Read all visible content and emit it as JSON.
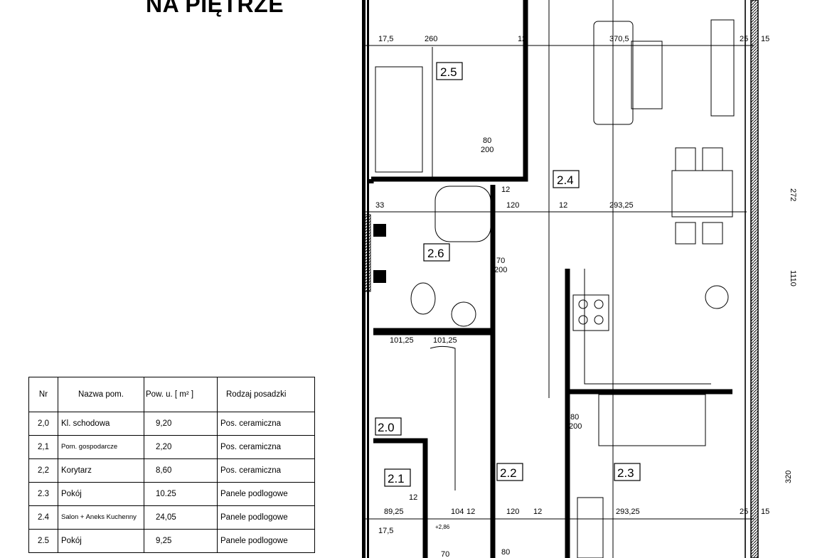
{
  "title": "NA PIĘTRZE",
  "table": {
    "headers": [
      "Nr",
      "Nazwa pom.",
      "Pow. u. [ m² ]",
      "Rodzaj posadzki"
    ],
    "rows": [
      {
        "nr": "2,0",
        "name": "Kl. schodowa",
        "area": "9,20",
        "floor": "Pos. ceramiczna"
      },
      {
        "nr": "2,1",
        "name": "Pom. gospodarcze",
        "area": "2,20",
        "floor": "Pos. ceramiczna"
      },
      {
        "nr": "2,2",
        "name": "Korytarz",
        "area": "8,60",
        "floor": "Pos. ceramiczna"
      },
      {
        "nr": "2.3",
        "name": "Pokój",
        "area": "10.25",
        "floor": "Panele podlogowe"
      },
      {
        "nr": "2.4",
        "name": "Salon + Aneks Kuchenny",
        "area": "24,05",
        "floor": "Panele podlogowe"
      },
      {
        "nr": "2.5",
        "name": "Pokój",
        "area": "9,25",
        "floor": "Panele podlogowe"
      }
    ]
  },
  "plan": {
    "rooms": [
      "2.5",
      "2.4",
      "2.6",
      "2.0",
      "2.1",
      "2.2",
      "2.3"
    ],
    "dims": {
      "d1": "17,5",
      "d2": "260",
      "d3": "12",
      "d4": "370,5",
      "d5": "25",
      "d6": "15",
      "d7": "120",
      "d8": "12",
      "d9": "293,25",
      "d10": "33",
      "d11": "12",
      "d12": "101,25",
      "d13": "101,25",
      "d14": "89,25",
      "d15": "12",
      "d16": "104",
      "d17": "12",
      "d18": "120",
      "d19": "12",
      "d20": "293,25",
      "d21": "25",
      "d22": "15",
      "d23": "17,5",
      "d24": "80",
      "d25": "200",
      "d26": "70",
      "d27": "200",
      "d28": "80",
      "d29": "200",
      "d30": "272",
      "d31": "1110",
      "d32": "320",
      "d33": "+2,86",
      "d34": "70",
      "d35": "80"
    }
  }
}
